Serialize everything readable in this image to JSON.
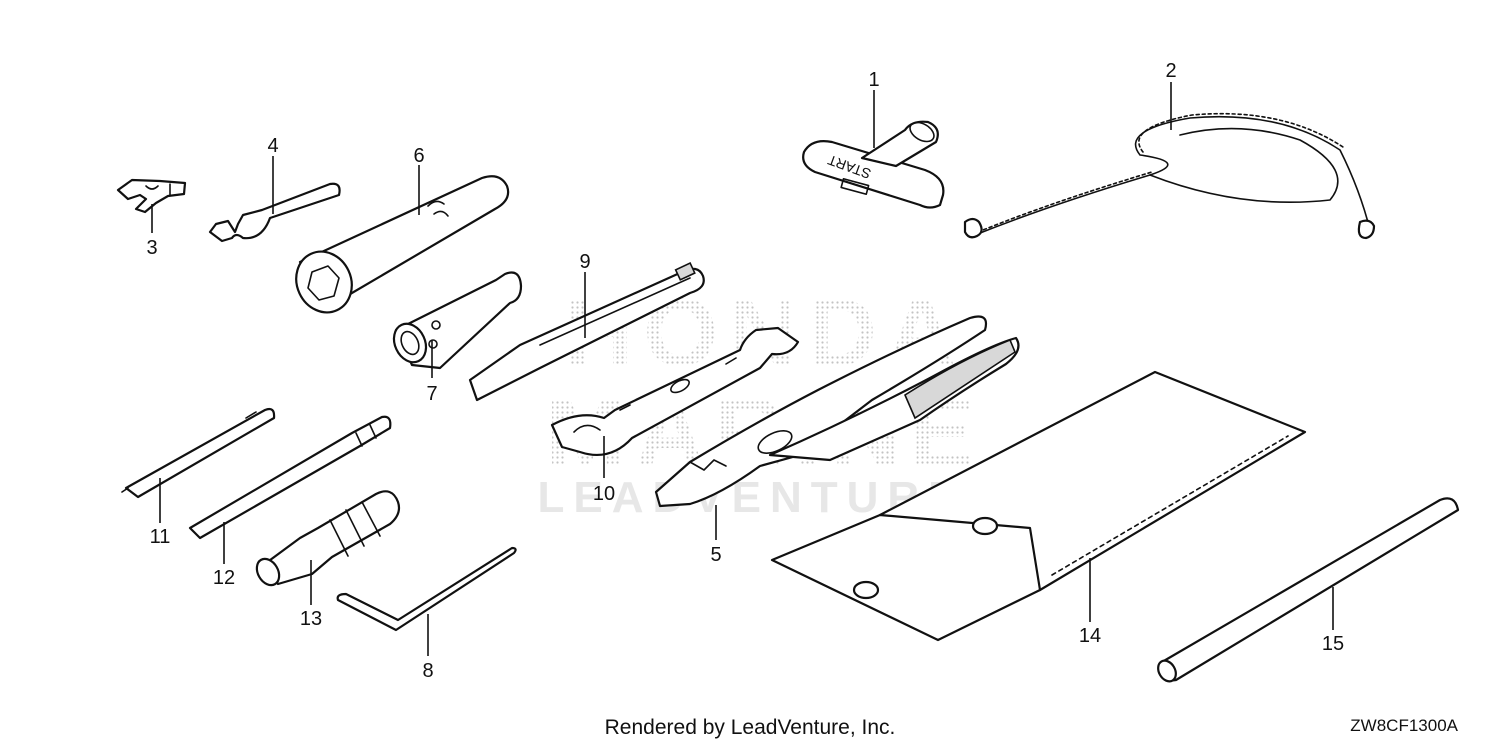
{
  "diagram": {
    "callouts": [
      {
        "id": "1",
        "label": "1"
      },
      {
        "id": "2",
        "label": "2"
      },
      {
        "id": "3",
        "label": "3"
      },
      {
        "id": "4",
        "label": "4"
      },
      {
        "id": "5",
        "label": "5"
      },
      {
        "id": "6",
        "label": "6"
      },
      {
        "id": "7",
        "label": "7"
      },
      {
        "id": "8",
        "label": "8"
      },
      {
        "id": "9",
        "label": "9"
      },
      {
        "id": "10",
        "label": "10"
      },
      {
        "id": "11",
        "label": "11"
      },
      {
        "id": "12",
        "label": "12"
      },
      {
        "id": "13",
        "label": "13"
      },
      {
        "id": "14",
        "label": "14"
      },
      {
        "id": "15",
        "label": "15"
      }
    ],
    "handle_text": "START"
  },
  "watermark": {
    "brand": "HONDA",
    "product": "MARINE",
    "vendor": "LEADVENTURE"
  },
  "footer": {
    "credit": "Rendered by LeadVenture, Inc.",
    "diagram_code": "ZW8CF1300A"
  }
}
